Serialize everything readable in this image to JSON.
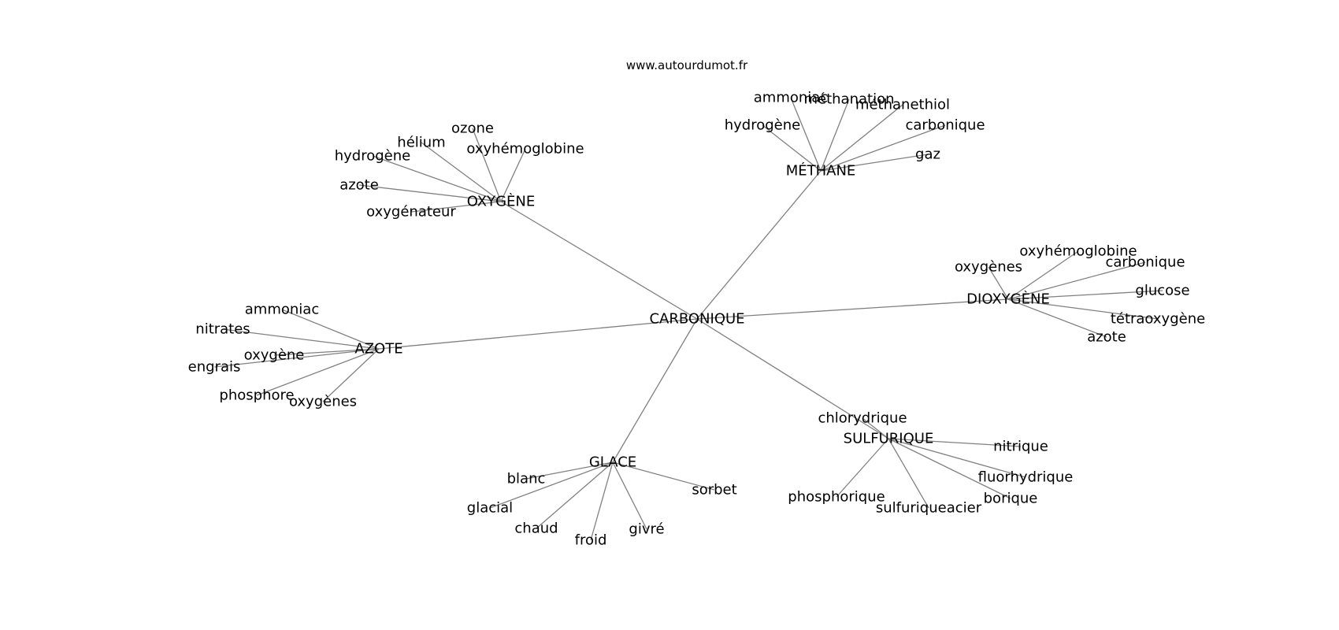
{
  "site": "www.autourdumot.fr",
  "graph": {
    "center": "CARBONIQUE",
    "branches": [
      {
        "label": "OXYGÈNE",
        "words": [
          "ozone",
          "hélium",
          "oxyhémoglobine",
          "hydrogène",
          "azote",
          "oxygénateur"
        ]
      },
      {
        "label": "MÉTHANE",
        "words": [
          "ammoniac",
          "méthanation",
          "méthanethiol",
          "hydrogène",
          "carbonique",
          "gaz"
        ]
      },
      {
        "label": "DIOXYGÈNE",
        "words": [
          "oxyhémoglobine",
          "oxygènes",
          "carbonique",
          "glucose",
          "tétraoxygène",
          "azote"
        ]
      },
      {
        "label": "AZOTE",
        "words": [
          "ammoniac",
          "nitrates",
          "oxygène",
          "engrais",
          "phosphore",
          "oxygènes"
        ]
      },
      {
        "label": "SULFURIQUE",
        "words": [
          "chlorydrique",
          "nitrique",
          "fluorhydrique",
          "phosphorique",
          "borique",
          "sulfuriqueacier"
        ]
      },
      {
        "label": "GLACE",
        "words": [
          "blanc",
          "sorbet",
          "glacial",
          "chaud",
          "givré",
          "froid"
        ]
      }
    ]
  }
}
